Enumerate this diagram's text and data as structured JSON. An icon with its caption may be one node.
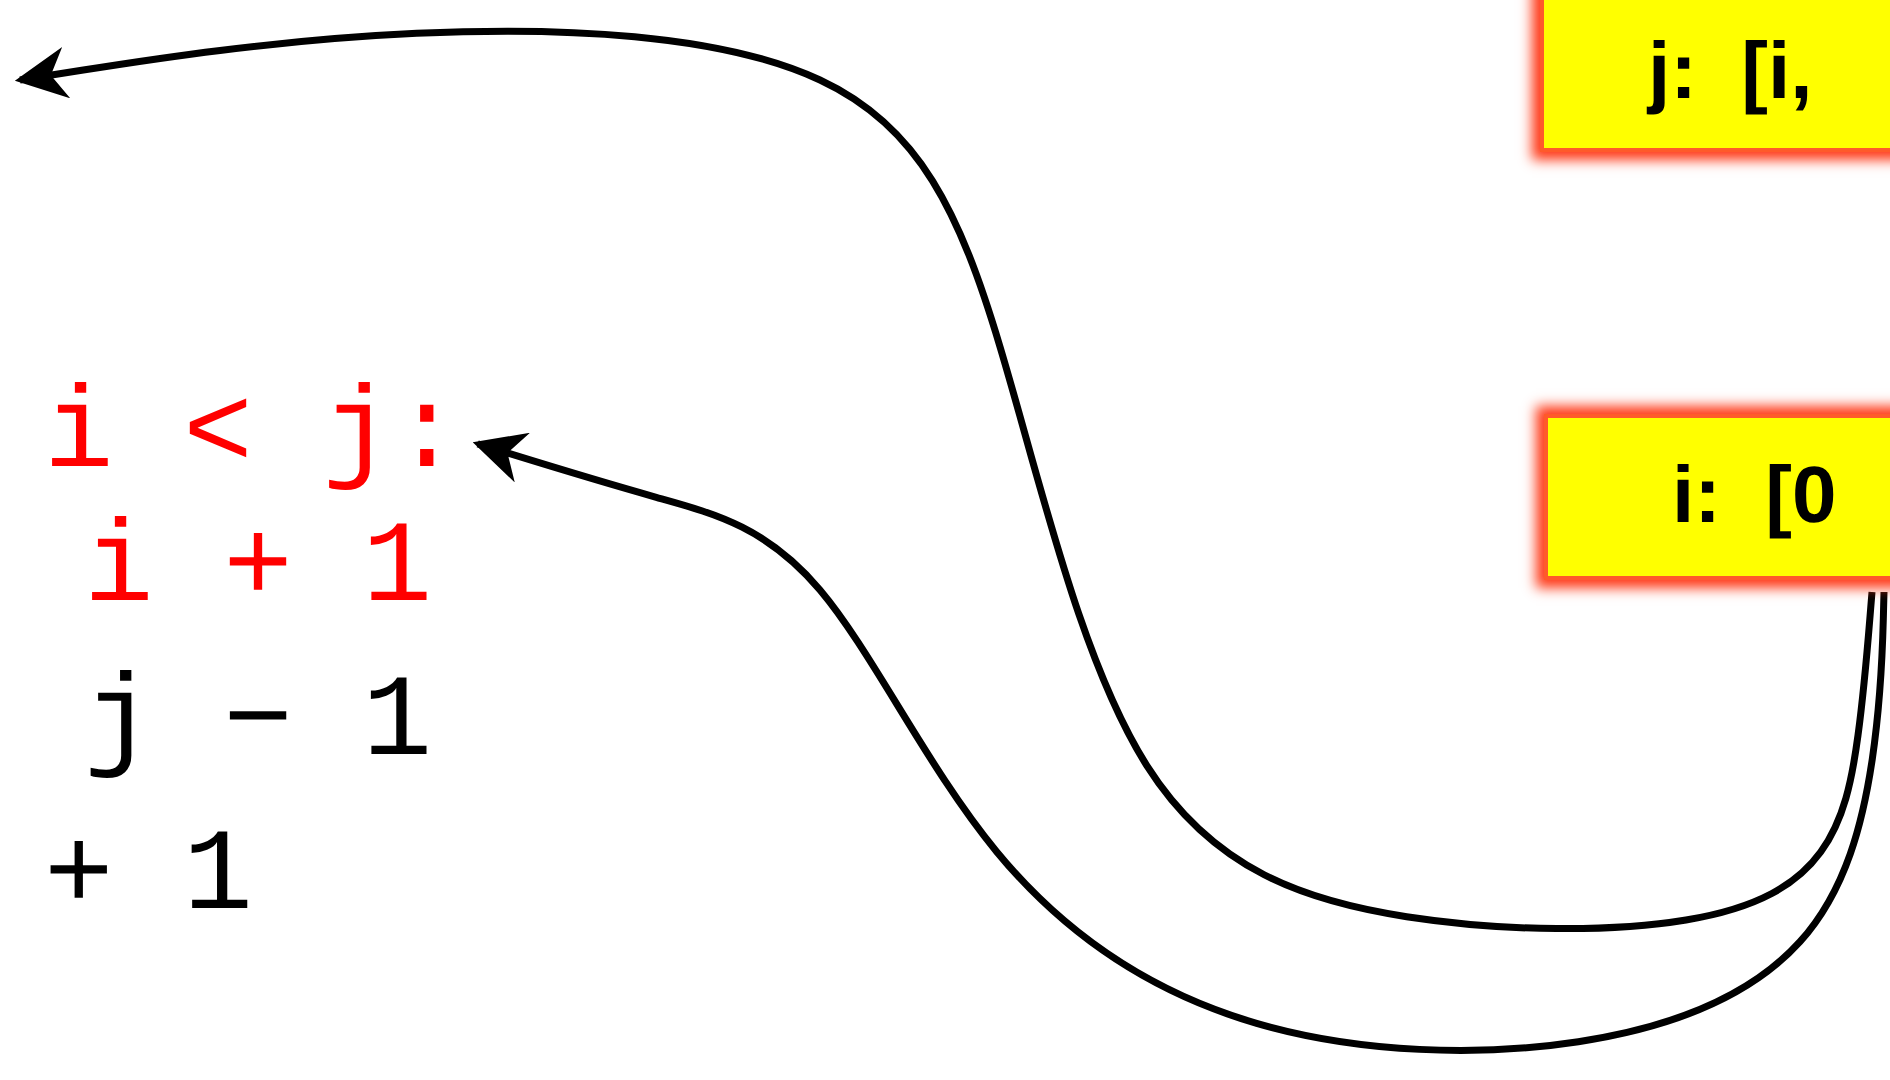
{
  "diagram": {
    "nodes": [
      {
        "text": [
          "j:  [i,"
        ]
      },
      {
        "text": [
          "i:  [0"
        ]
      },
      {
        "text": [
          "i < j:"
        ]
      }
    ],
    "edges": [
      {
        "from": 1,
        "to": null,
        "arrow": "to"
      },
      {
        "from": 1,
        "to": 2,
        "arrow": "to"
      }
    ],
    "labels": [
      "i + 1",
      "j − 1",
      "+ 1"
    ]
  }
}
